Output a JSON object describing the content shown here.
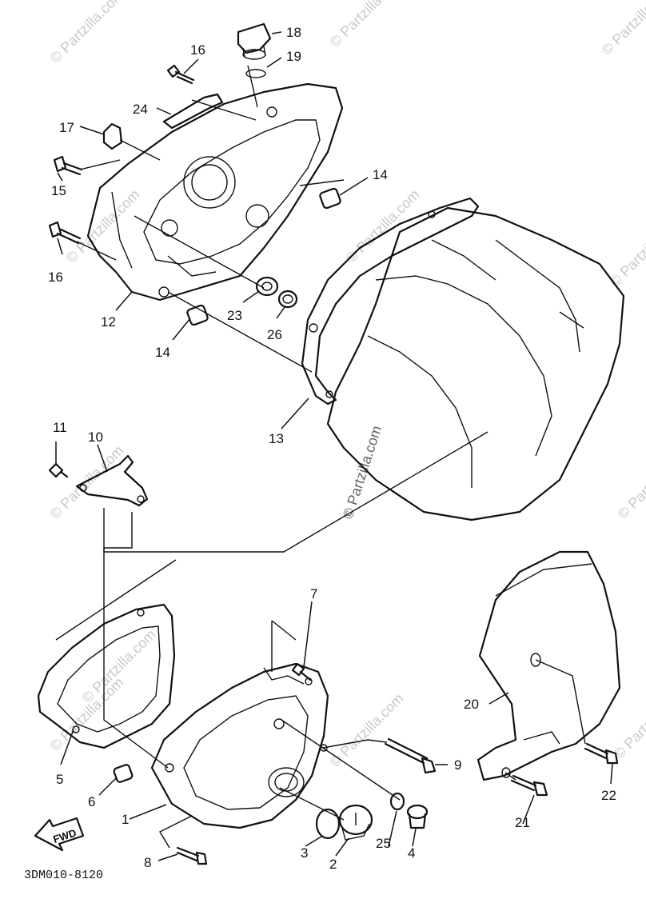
{
  "diagram": {
    "code": "3DM010-8120",
    "fwd_label": "FWD",
    "watermark": "© Partzilla.com",
    "callouts": {
      "c18": "18",
      "c19": "19",
      "c16a": "16",
      "c24": "24",
      "c17": "17",
      "c15": "15",
      "c16b": "16",
      "c14a": "14",
      "c12": "12",
      "c23": "23",
      "c26": "26",
      "c14b": "14",
      "c13": "13",
      "c11": "11",
      "c10": "10",
      "c7": "7",
      "c20": "20",
      "c5": "5",
      "c9": "9",
      "c22": "22",
      "c6": "6",
      "c1": "1",
      "c21": "21",
      "c3": "3",
      "c25": "25",
      "c2": "2",
      "c4": "4",
      "c8": "8"
    }
  }
}
